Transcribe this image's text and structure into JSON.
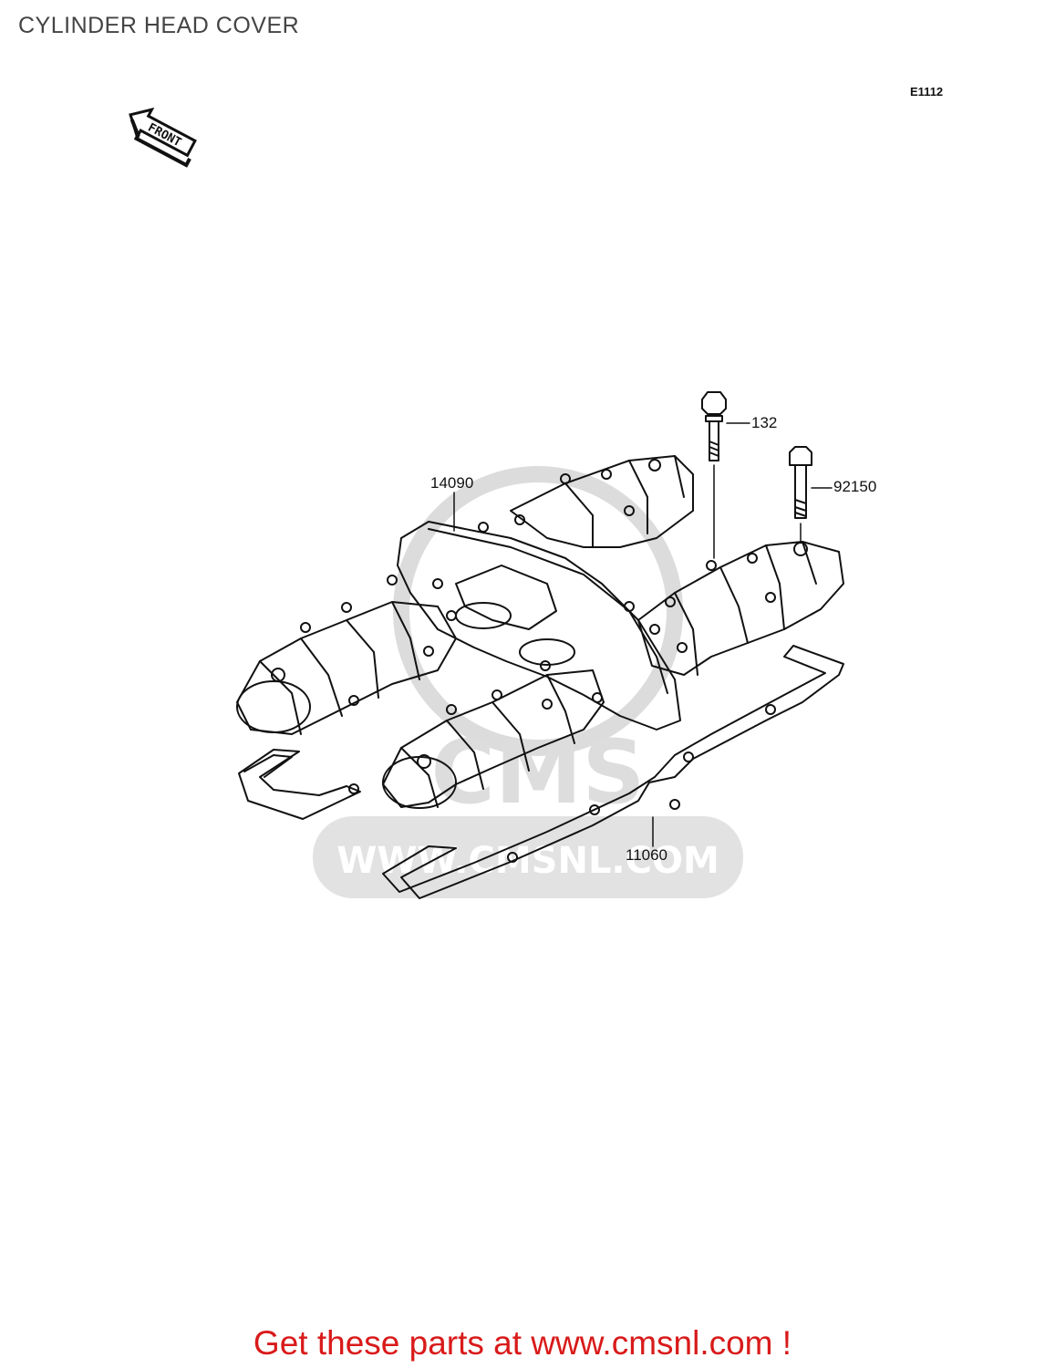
{
  "page_title": "CYLINDER HEAD COVER",
  "diagram_code": "E1112",
  "front_indicator": "FRONT",
  "parts": {
    "p14090": "14090",
    "p132": "132",
    "p92150": "92150",
    "p11060": "11060"
  },
  "watermark": {
    "brand": "CMS",
    "url": "WWW.CMSNL.COM"
  },
  "promo_text": "Get these parts at www.cmsnl.com !",
  "colors": {
    "title": "#444444",
    "promo": "#d91a1a",
    "line": "#111111",
    "watermark": "#cfcfcf"
  }
}
